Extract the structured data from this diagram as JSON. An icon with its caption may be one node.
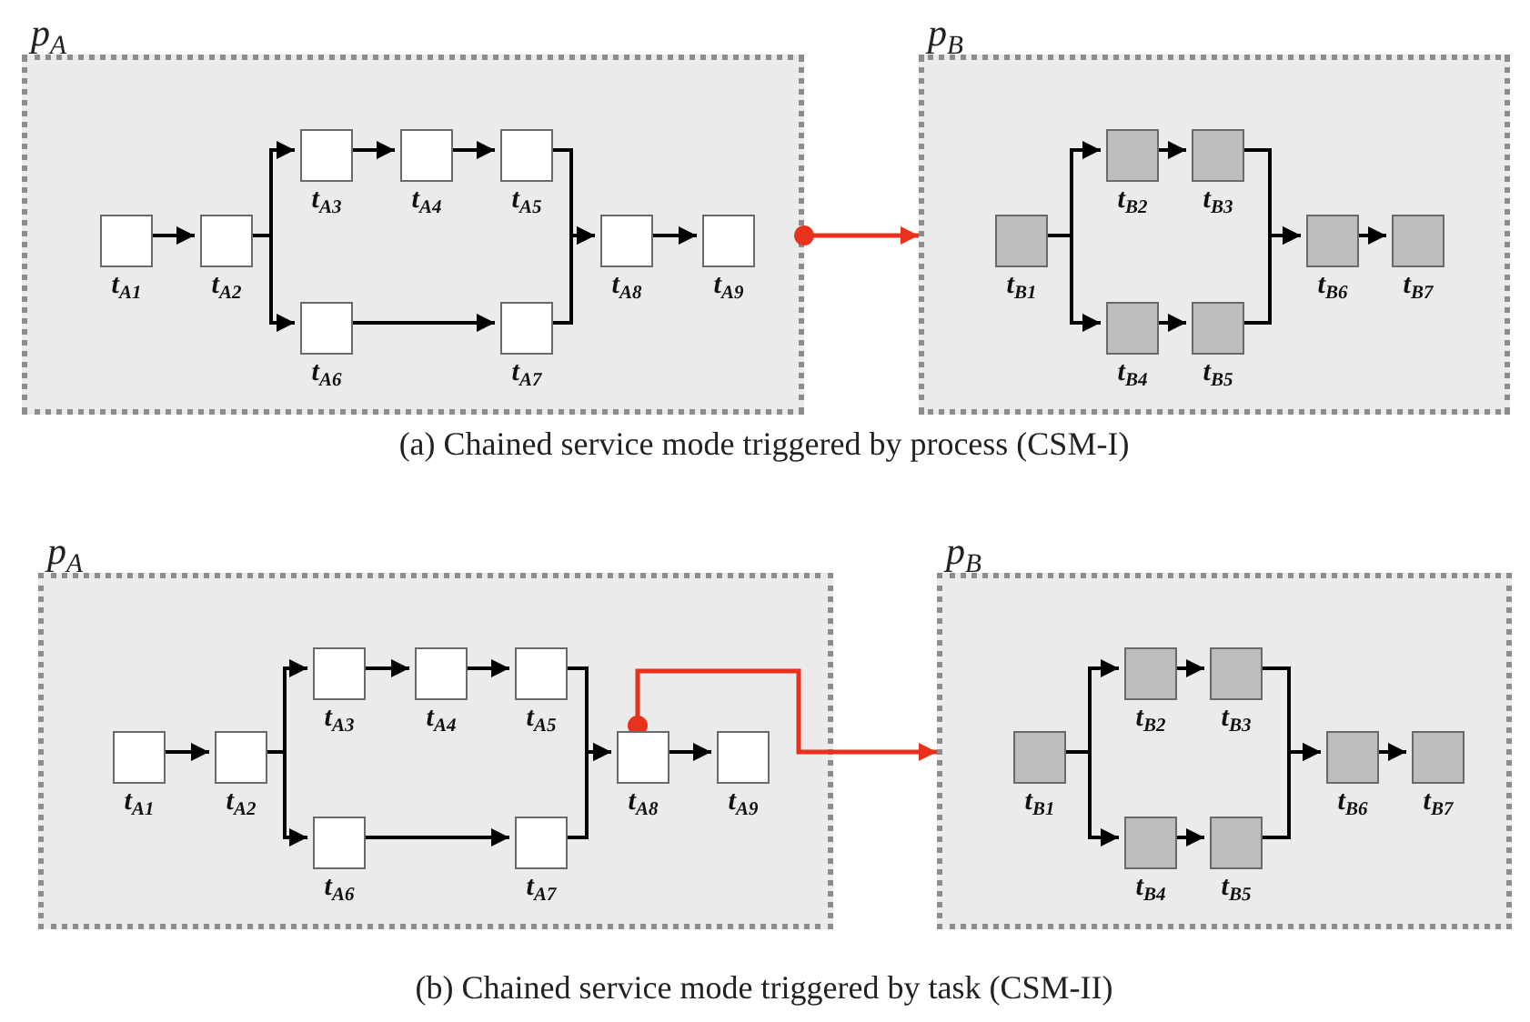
{
  "diagram": {
    "nodes": [
      {
        "text": [
          "p$_{A}$"
        ]
      },
      {
        "text": [],
        "shape": "box",
        "in": 0,
        "beside": [
          "t$_{A1}$"
        ]
      },
      {
        "text": [],
        "shape": "box",
        "in": 0,
        "beside": [
          "t$_{A2}$"
        ]
      },
      {
        "text": [],
        "shape": "box",
        "in": 0,
        "beside": [
          "t$_{A3}$"
        ]
      },
      {
        "text": [],
        "shape": "box",
        "in": 0,
        "beside": [
          "t$_{A4}$"
        ]
      },
      {
        "text": [],
        "shape": "box",
        "in": 0,
        "beside": [
          "t$_{A5}$"
        ]
      },
      {
        "text": [],
        "shape": "box",
        "in": 0,
        "beside": [
          "t$_{A6}$"
        ]
      },
      {
        "text": [],
        "shape": "box",
        "in": 0,
        "beside": [
          "t$_{A7}$"
        ]
      },
      {
        "text": [],
        "shape": "box",
        "in": 0,
        "beside": [
          "t$_{A8}$"
        ]
      },
      {
        "text": [],
        "shape": "box",
        "in": 0,
        "beside": [
          "t$_{A9}$"
        ]
      },
      {
        "text": [
          "p$_{B}$"
        ]
      },
      {
        "text": [],
        "shape": "box",
        "in": 10,
        "beside": [
          "t$_{B1}$"
        ]
      },
      {
        "text": [],
        "shape": "box",
        "in": 10,
        "beside": [
          "t$_{B2}$"
        ]
      },
      {
        "text": [],
        "shape": "box",
        "in": 10,
        "beside": [
          "t$_{B3}$"
        ]
      },
      {
        "text": [],
        "shape": "box",
        "in": 10,
        "beside": [
          "t$_{B4}$"
        ]
      },
      {
        "text": [],
        "shape": "box",
        "in": 10,
        "beside": [
          "t$_{B5}$"
        ]
      },
      {
        "text": [],
        "shape": "box",
        "in": 10,
        "beside": [
          "t$_{B6}$"
        ]
      },
      {
        "text": [],
        "shape": "box",
        "in": 10,
        "beside": [
          "t$_{B7}$"
        ]
      },
      {
        "text": [
          "p$_{A}$"
        ]
      },
      {
        "text": [],
        "shape": "box",
        "in": 18,
        "beside": [
          "t$_{A1}$"
        ]
      },
      {
        "text": [],
        "shape": "box",
        "in": 18,
        "beside": [
          "t$_{A2}$"
        ]
      },
      {
        "text": [],
        "shape": "box",
        "in": 18,
        "beside": [
          "t$_{A3}$"
        ]
      },
      {
        "text": [],
        "shape": "box",
        "in": 18,
        "beside": [
          "t$_{A4}$"
        ]
      },
      {
        "text": [],
        "shape": "box",
        "in": 18,
        "beside": [
          "t$_{A5}$"
        ]
      },
      {
        "text": [],
        "shape": "box",
        "in": 18,
        "beside": [
          "t$_{A6}$"
        ]
      },
      {
        "text": [],
        "shape": "box",
        "in": 18,
        "beside": [
          "t$_{A7}$"
        ]
      },
      {
        "text": [],
        "shape": "box",
        "in": 18,
        "beside": [
          "t$_{A8}$"
        ]
      },
      {
        "text": [],
        "shape": "box",
        "in": 18,
        "beside": [
          "t$_{A9}$"
        ]
      },
      {
        "text": [
          "p$_{B}$"
        ]
      },
      {
        "text": [],
        "shape": "box",
        "in": 28,
        "beside": [
          "t$_{B1}$"
        ]
      },
      {
        "text": [],
        "shape": "box",
        "in": 28,
        "beside": [
          "t$_{B2}$"
        ]
      },
      {
        "text": [],
        "shape": "box",
        "in": 28,
        "beside": [
          "t$_{B3}$"
        ]
      },
      {
        "text": [],
        "shape": "box",
        "in": 28,
        "beside": [
          "t$_{B4}$"
        ]
      },
      {
        "text": [],
        "shape": "box",
        "in": 28,
        "beside": [
          "t$_{B5}$"
        ]
      },
      {
        "text": [],
        "shape": "box",
        "in": 28,
        "beside": [
          "t$_{B6}$"
        ]
      },
      {
        "text": [],
        "shape": "box",
        "in": 28,
        "beside": [
          "t$_{B7}$"
        ]
      }
    ],
    "edges": [
      {
        "from": 1,
        "to": 2,
        "arrow": "to"
      },
      {
        "from": 2,
        "to": 3,
        "arrow": "to"
      },
      {
        "from": 2,
        "to": 6,
        "arrow": "to"
      },
      {
        "from": 3,
        "to": 4,
        "arrow": "to"
      },
      {
        "from": 4,
        "to": 5,
        "arrow": "to"
      },
      {
        "from": 6,
        "to": 7,
        "arrow": "to"
      },
      {
        "from": 5,
        "to": 8,
        "arrow": "to"
      },
      {
        "from": 7,
        "to": 8,
        "arrow": "to"
      },
      {
        "from": 8,
        "to": 9,
        "arrow": "to"
      },
      {
        "from": 11,
        "to": 12,
        "arrow": "to"
      },
      {
        "from": 11,
        "to": 14,
        "arrow": "to"
      },
      {
        "from": 12,
        "to": 13,
        "arrow": "to"
      },
      {
        "from": 14,
        "to": 15,
        "arrow": "to"
      },
      {
        "from": 13,
        "to": 16,
        "arrow": "to"
      },
      {
        "from": 15,
        "to": 16,
        "arrow": "to"
      },
      {
        "from": 16,
        "to": 17,
        "arrow": "to"
      },
      {
        "from": 0,
        "to": 10,
        "arrow": "to",
        "color": "#e8321e"
      },
      {
        "from": 19,
        "to": 20,
        "arrow": "to"
      },
      {
        "from": 20,
        "to": 21,
        "arrow": "to"
      },
      {
        "from": 20,
        "to": 24,
        "arrow": "to"
      },
      {
        "from": 21,
        "to": 22,
        "arrow": "to"
      },
      {
        "from": 22,
        "to": 23,
        "arrow": "to"
      },
      {
        "from": 24,
        "to": 25,
        "arrow": "to"
      },
      {
        "from": 23,
        "to": 26,
        "arrow": "to"
      },
      {
        "from": 25,
        "to": 26,
        "arrow": "to"
      },
      {
        "from": 26,
        "to": 27,
        "arrow": "to"
      },
      {
        "from": 29,
        "to": 30,
        "arrow": "to"
      },
      {
        "from": 29,
        "to": 32,
        "arrow": "to"
      },
      {
        "from": 30,
        "to": 31,
        "arrow": "to"
      },
      {
        "from": 32,
        "to": 33,
        "arrow": "to"
      },
      {
        "from": 31,
        "to": 34,
        "arrow": "to"
      },
      {
        "from": 33,
        "to": 34,
        "arrow": "to"
      },
      {
        "from": 34,
        "to": 35,
        "arrow": "to"
      },
      {
        "from": 26,
        "to": 28,
        "arrow": "to",
        "color": "#e8321e"
      }
    ],
    "labels": [
      "(a) Chained service mode triggered by process (CSM-I)",
      "(b) Chained service mode triggered by task (CSM-II)"
    ]
  }
}
